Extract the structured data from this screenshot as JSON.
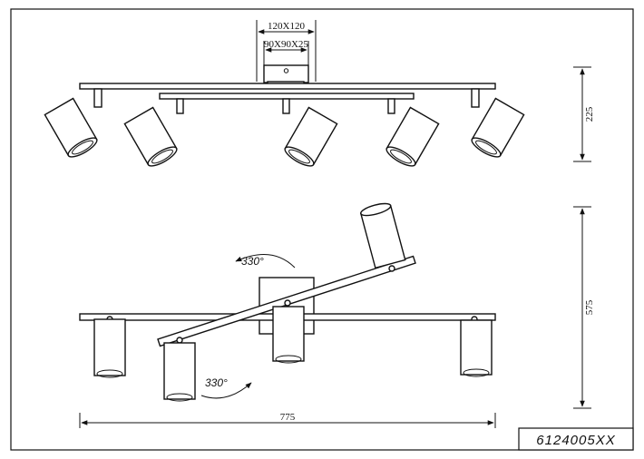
{
  "dimensions": {
    "mount_outer": "120X120",
    "mount_inner": "90X90X25",
    "height_top": "225",
    "height_bottom": "575",
    "width": "775"
  },
  "rotations": {
    "upper": "330°",
    "lower": "330°"
  },
  "product_code": "6124005XX"
}
